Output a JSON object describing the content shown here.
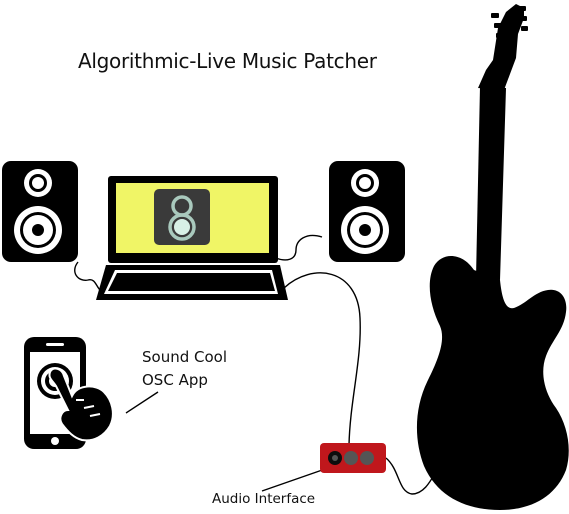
{
  "title": "Algorithmic-Live Music Patcher",
  "labels": {
    "app_line1": "Sound Cool",
    "app_line2": "OSC App",
    "audio_interface": "Audio Interface"
  },
  "colors": {
    "screen": "#f0f566",
    "device": "#000000",
    "interface": "#c0171c",
    "logo_bg": "#3a3a3a",
    "logo_ring": "#a9c9bd"
  },
  "icons": [
    "speaker-icon",
    "laptop-icon",
    "app-logo-icon",
    "smartphone-icon",
    "hand-icon",
    "guitar-icon",
    "audio-interface-icon"
  ]
}
